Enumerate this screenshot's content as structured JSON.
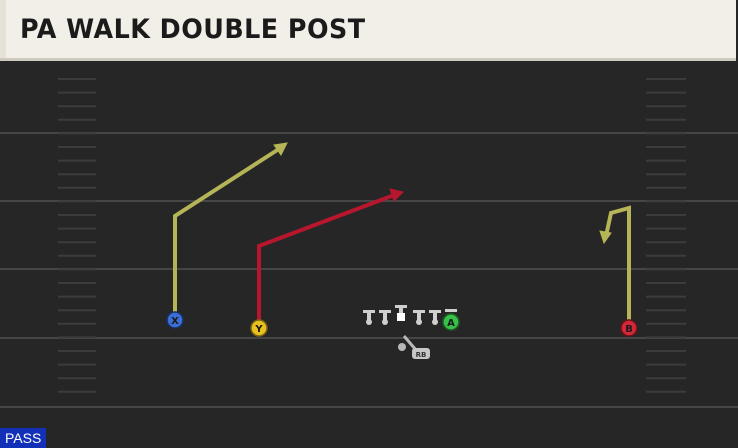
{
  "play": {
    "title": "PA WALK DOUBLE POST",
    "type_badge": "PASS"
  },
  "players": {
    "x": {
      "label": "X",
      "color": "#3b6fd6",
      "route_color": "#b5b557"
    },
    "y": {
      "label": "Y",
      "color": "#e8c020",
      "route_color": "#b8162e"
    },
    "a": {
      "label": "A",
      "color": "#39c04a",
      "route_color": ""
    },
    "b": {
      "label": "B",
      "color": "#d3283a",
      "route_color": "#b5b557"
    },
    "rb": {
      "label": "RB",
      "color": "#b8b8b8"
    }
  },
  "colors": {
    "field": "#262626",
    "yard_line": "#444444",
    "title_bg": "#f1efe7",
    "badge_bg": "#1330b8"
  }
}
